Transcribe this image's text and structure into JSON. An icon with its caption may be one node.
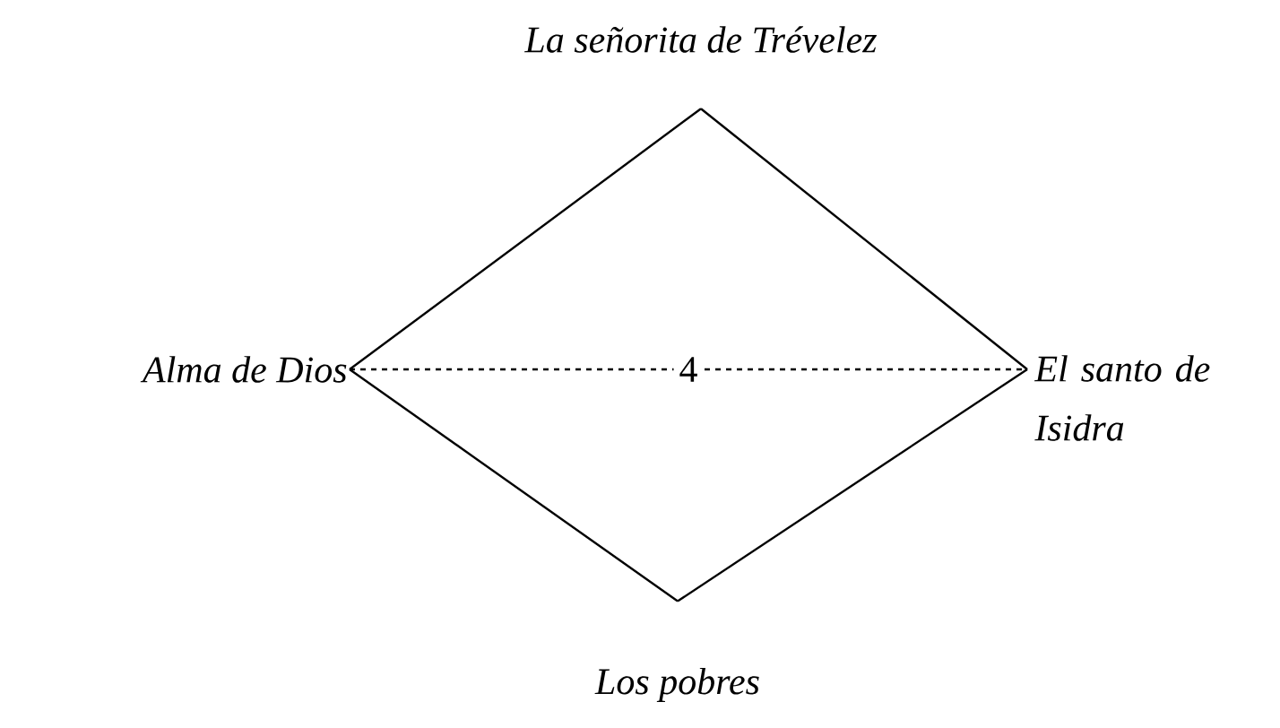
{
  "diagram": {
    "nodes": [
      {
        "text": [
          "La señorita de Trévelez"
        ]
      },
      {
        "text": [
          "Alma de Dios"
        ]
      },
      {
        "text": [
          "El santo de Isidra"
        ]
      },
      {
        "text": [
          "Los pobres"
        ]
      }
    ],
    "edges": [
      {
        "from": 0,
        "to": 1,
        "arrow": "none"
      },
      {
        "from": 1,
        "to": 3,
        "arrow": "none"
      },
      {
        "from": 3,
        "to": 2,
        "arrow": "none"
      },
      {
        "from": 2,
        "to": 0,
        "arrow": "none"
      },
      {
        "from": 1,
        "to": 2,
        "arrow": "none",
        "style": "dashed",
        "label": "4"
      }
    ]
  }
}
